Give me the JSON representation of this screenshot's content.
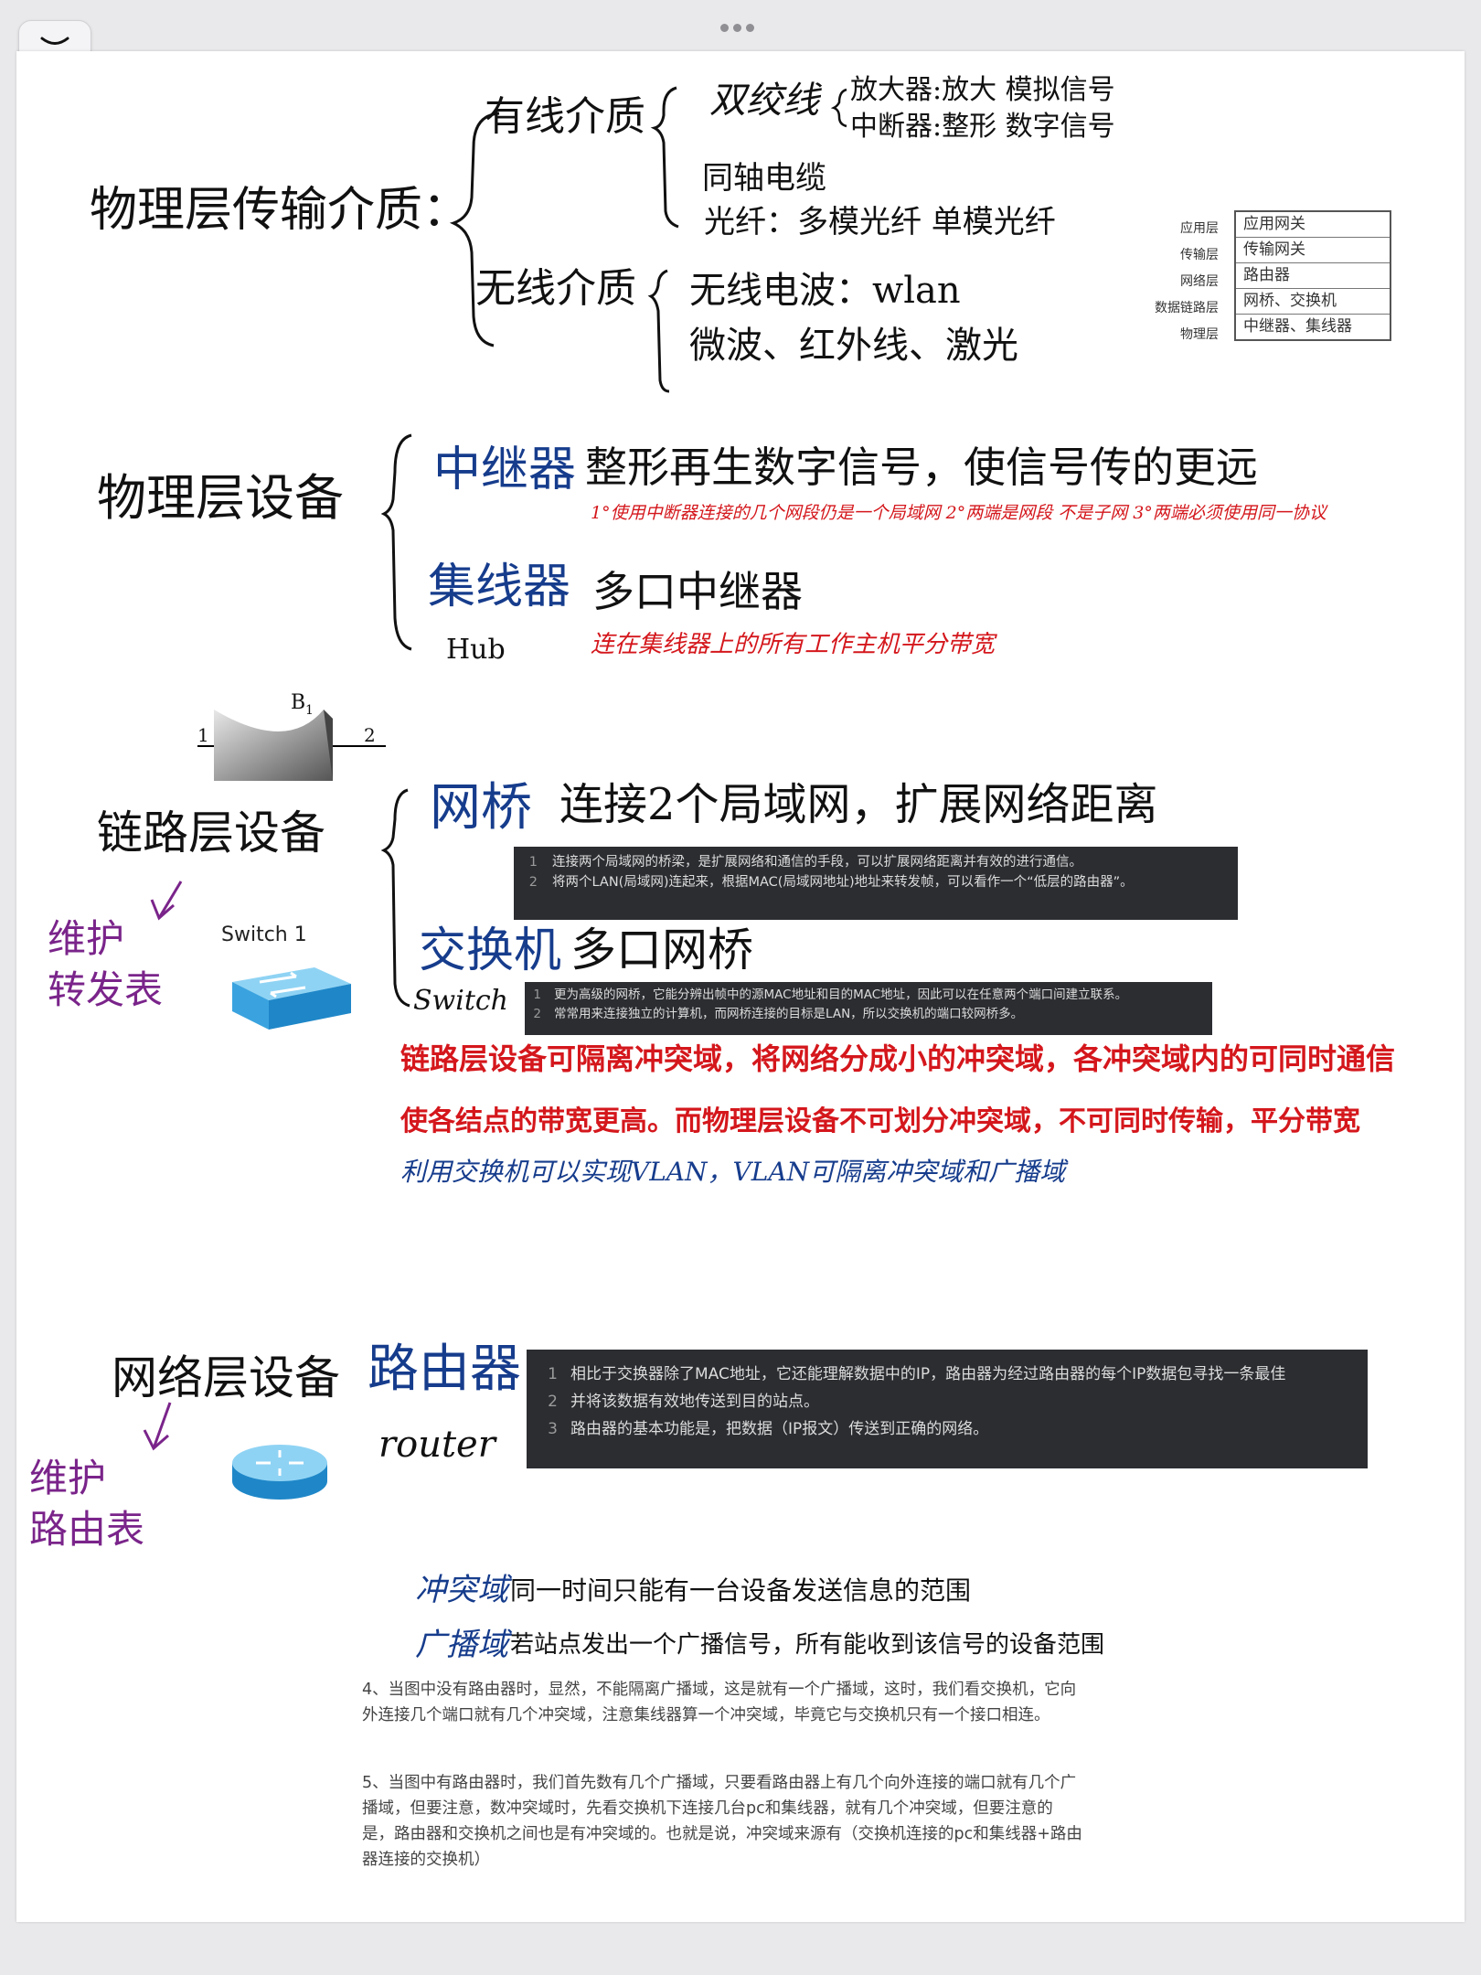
{
  "toolbar": {
    "collapse_icon": "chevron-down-icon",
    "menu_icon": "more-dots-icon"
  },
  "section1": {
    "title": "物理层传输介质：",
    "wired": {
      "label": "有线介质",
      "twisted_pair": "双绞线",
      "twisted_pair_note1": "放大器:放大 模拟信号",
      "twisted_pair_note2": "中断器:整形 数字信号",
      "coax": "同轴电缆",
      "fiber": "光纤：多模光纤 单模光纤"
    },
    "wireless": {
      "label": "无线介质",
      "item1": "无线电波：wlan",
      "item2": "微波、红外线、激光"
    }
  },
  "layer_table": {
    "rows": [
      {
        "layer": "应用层",
        "device": "应用网关"
      },
      {
        "layer": "传输层",
        "device": "传输网关"
      },
      {
        "layer": "网络层",
        "device": "路由器"
      },
      {
        "layer": "数据链路层",
        "device": "网桥、交换机"
      },
      {
        "layer": "物理层",
        "device": "中继器、集线器"
      }
    ]
  },
  "section2": {
    "title": "物理层设备",
    "repeater_label": "中继器",
    "repeater_desc": "整形再生数字信号，使信号传的更远",
    "repeater_note": "1°使用中断器连接的几个网段仍是一个局域网  2°两端是网段 不是子网  3°两端必须使用同一协议",
    "hub_label": "集线器",
    "hub_en": "Hub",
    "hub_desc": "多口中继器",
    "hub_note": "连在集线器上的所有工作主机平分带宽"
  },
  "bridge_diagram": {
    "label_b": "B",
    "label_sub": "1",
    "port1": "1",
    "port2": "2"
  },
  "section3": {
    "title": "链路层设备",
    "side_note": [
      "维护",
      "转发表"
    ],
    "switch_caption": "Switch 1",
    "bridge_label": "网桥",
    "bridge_desc": "连接2个局域网，扩展网络距离",
    "bridge_code": [
      "连接两个局域网的桥梁，是扩展网络和通信的手段，可以扩展网络距离并有效的进行通信。",
      "将两个LAN(局域网)连起来，根据MAC(局域网地址)地址来转发帧，可以看作一个“低层的路由器”。"
    ],
    "switch_label": "交换机",
    "switch_en": "Switch",
    "switch_desc": "多口网桥",
    "switch_code": [
      "更为高级的网桥，它能分辨出帧中的源MAC地址和目的MAC地址，因此可以在任意两个端口间建立联系。",
      "常常用来连接独立的计算机，而网桥连接的目标是LAN，所以交换机的端口较网桥多。"
    ],
    "red_line1": "链路层设备可隔离冲突域，将网络分成小的冲突域，各冲突域内的可同时通信",
    "red_line2": "使各结点的带宽更高。而物理层设备不可划分冲突域，不可同时传输，平分带宽",
    "blue_line": "利用交换机可以实现VLAN，VLAN可隔离冲突域和广播域"
  },
  "section4": {
    "title": "网络层设备",
    "side_note": [
      "维护",
      "路由表"
    ],
    "router_label": "路由器",
    "router_en": "router",
    "router_code": [
      "相比于交换器除了MAC地址，它还能理解数据中的IP，路由器为经过路由器的每个IP数据包寻找一条最佳",
      "并将该数据有效地传送到目的站点。",
      "路由器的基本功能是，把数据（IP报文）传送到正确的网络。"
    ]
  },
  "definitions": {
    "collision_label": "冲突域",
    "collision_desc": "同一时间只能有一台设备发送信息的范围",
    "broadcast_label": "广播域",
    "broadcast_desc": "若站点发出一个广播信号，所有能收到该信号的设备范围"
  },
  "notes": {
    "p4": "4、当图中没有路由器时，显然，不能隔离广播域，这是就有一个广播域，这时，我们看交换机，它向外连接几个端口就有几个冲突域，注意集线器算一个冲突域，毕竟它与交换机只有一个接口相连。",
    "p5": "5、当图中有路由器时，我们首先数有几个广播域，只要看路由器上有几个向外连接的端口就有几个广播域，但要注意，数冲突域时，先看交换机下连接几台pc和集线器，就有几个冲突域，但要注意的是，路由器和交换机之间也是有冲突域的。也就是说，冲突域来源有（交换机连接的pc和集线器+路由器连接的交换机）"
  }
}
